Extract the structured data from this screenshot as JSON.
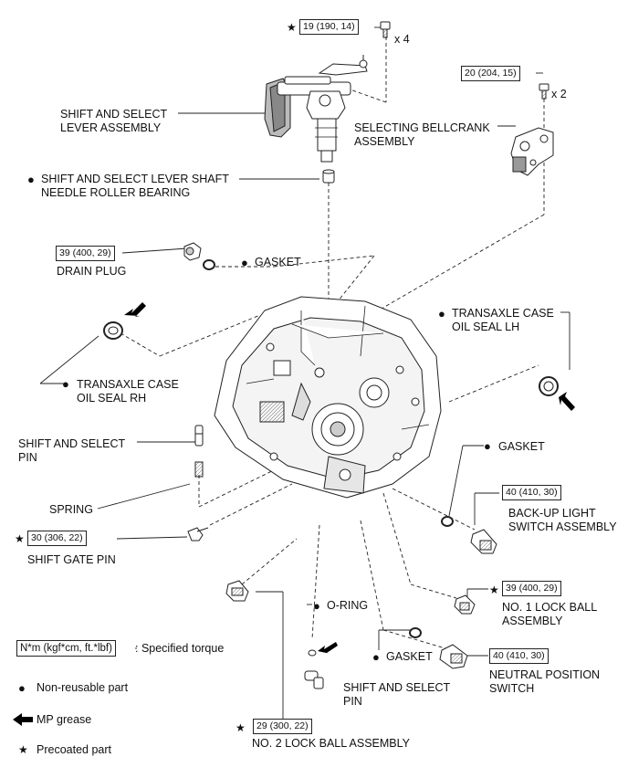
{
  "torque": {
    "t19": "19 (190, 14)",
    "t20": "20 (204, 15)",
    "t39_drain": "39 (400, 29)",
    "t30": "30 (306, 22)",
    "t40_backup": "40 (410, 30)",
    "t39_lockball": "39 (400, 29)",
    "t40_neutral": "40 (410, 30)",
    "t29": "29 (300, 22)"
  },
  "qty": {
    "x4": "x 4",
    "x2": "x 2"
  },
  "labels": {
    "shift_select_lever_assembly": [
      "SHIFT AND SELECT",
      "LEVER ASSEMBLY"
    ],
    "selecting_bellcrank_assembly": [
      "SELECTING BELLCRANK",
      "ASSEMBLY"
    ],
    "needle_roller_bearing": [
      "SHIFT AND SELECT LEVER SHAFT",
      "NEEDLE ROLLER BEARING"
    ],
    "drain_plug": "DRAIN PLUG",
    "gasket_top": "GASKET",
    "oil_seal_lh": [
      "TRANSAXLE CASE",
      "OIL SEAL LH"
    ],
    "oil_seal_rh": [
      "TRANSAXLE CASE",
      "OIL SEAL RH"
    ],
    "shift_select_pin_left": [
      "SHIFT AND SELECT",
      "PIN"
    ],
    "gasket_right": "GASKET",
    "spring": "SPRING",
    "backup_light_switch": [
      "BACK-UP LIGHT",
      "SWITCH ASSEMBLY"
    ],
    "shift_gate_pin": "SHIFT GATE PIN",
    "no1_lock_ball": [
      "NO. 1 LOCK BALL",
      "ASSEMBLY"
    ],
    "o_ring": "O-RING",
    "gasket_bottom": "GASKET",
    "neutral_position_switch": [
      "NEUTRAL POSITION",
      "SWITCH"
    ],
    "shift_select_pin_bottom": [
      "SHIFT AND SELECT",
      "PIN"
    ],
    "no2_lock_ball": "NO. 2 LOCK BALL ASSEMBLY"
  },
  "legend": {
    "unit_box": "N*m (kgf*cm, ft.*lbf)",
    "specified_torque": ": Specified torque",
    "non_reusable": "Non-reusable part",
    "mp_grease": "MP grease",
    "precoated": "Precoated part"
  },
  "symbols": {
    "star": "★",
    "dot": "●"
  },
  "colors": {
    "line": "#222222",
    "grease_arrow": "#000000"
  }
}
